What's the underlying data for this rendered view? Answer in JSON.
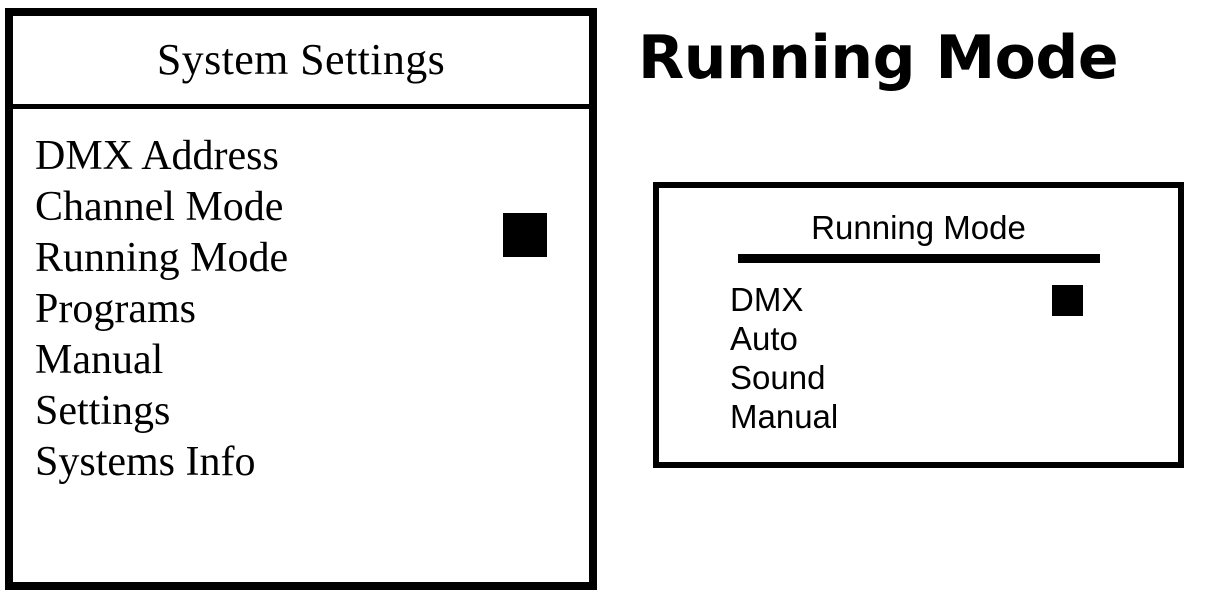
{
  "colors": {
    "ink": "#000000",
    "background": "#ffffff"
  },
  "menu_panel": {
    "title": "System Settings",
    "items": [
      {
        "label": "DMX Address"
      },
      {
        "label": "Channel Mode"
      },
      {
        "label": "Running Mode"
      },
      {
        "label": "Programs"
      },
      {
        "label": "Manual"
      },
      {
        "label": "Settings"
      },
      {
        "label": "Systems Info"
      }
    ],
    "cursor": {
      "selected_label": "Running Mode",
      "selected_index": 2,
      "glyph": "filled-square"
    }
  },
  "right_section": {
    "heading": "Running Mode",
    "panel": {
      "title": "Running Mode",
      "items": [
        {
          "label": "DMX"
        },
        {
          "label": "Auto"
        },
        {
          "label": "Sound"
        },
        {
          "label": "Manual"
        }
      ],
      "cursor": {
        "selected_label": "DMX",
        "selected_index": 0,
        "glyph": "filled-square"
      }
    }
  }
}
